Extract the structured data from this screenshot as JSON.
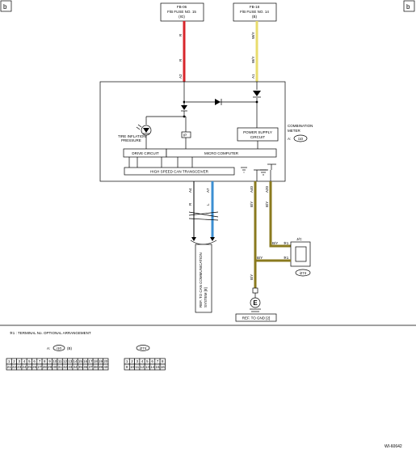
{
  "corner_left": "b",
  "corner_right": "b",
  "fuse15": {
    "line1": "FB-06",
    "line2": "F/B FUSE NO. 15",
    "line3": "(IG)"
  },
  "fuse14": {
    "line1": "FB-18",
    "line2": "F/B FUSE NO. 14",
    "line3": "(B)"
  },
  "wire_colors": {
    "red": "R",
    "yellow": "W/Y",
    "by": "B/Y",
    "l": "L",
    "r": "R"
  },
  "pins": {
    "a2": "A2",
    "a1": "A1",
    "a4": "A4",
    "a7": "A7",
    "a40": "A40",
    "a20": "A20"
  },
  "meter": {
    "tire_label1": "TIRE INFLATION",
    "tire_label2": "PRESSURE",
    "ip": "IP",
    "psu1": "POWER SUPPLY",
    "psu2": "CIRCUIT",
    "drive": "DRIVE CIRCUIT",
    "micro": "MICRO COMPUTER",
    "can": "HIGH SPEED CAN TRANSCEIVER",
    "title1": "COMBINATION",
    "title2": "METER",
    "conn_prefix": "A:",
    "conn": "i10"
  },
  "refs": {
    "can1": "REF. TO CAN COMMUNICATION",
    "can2": "SYSTEM [8]",
    "gnd": "REF. TO GND [2]"
  },
  "jc": {
    "label": "J/C",
    "conn": "i274",
    "mark": "✲1"
  },
  "ground": "E",
  "note": "✲1 : TERMINAL No. OPTIONAL ARRANGEMENT",
  "connA": {
    "prefix": "A:",
    "id": "i10",
    "color": "(B)"
  },
  "connB": {
    "id": "i274"
  },
  "grid1_row1": [
    "1",
    "2",
    "3",
    "4",
    "5",
    "6",
    "7",
    "8",
    "9",
    "10",
    "11",
    "12",
    "13",
    "14",
    "15",
    "16",
    "17",
    "18",
    "19",
    "20"
  ],
  "grid1_row2": [
    "21",
    "22",
    "23",
    "24",
    "25",
    "26",
    "27",
    "28",
    "29",
    "30",
    "31",
    "32",
    "33",
    "34",
    "35",
    "36",
    "37",
    "38",
    "39",
    "40"
  ],
  "grid2_row1": [
    "1",
    "2",
    "3",
    "4",
    "5",
    "6",
    "7",
    "8"
  ],
  "grid2_row2": [
    "9",
    "10",
    "11",
    "12",
    "13",
    "14",
    "15",
    "16"
  ],
  "figure_id": "WI-60642",
  "colors": {
    "red": "#d8262b",
    "yellow": "#e8dc6c",
    "blue": "#3c8fd2",
    "olive": "#8a7a1e"
  }
}
